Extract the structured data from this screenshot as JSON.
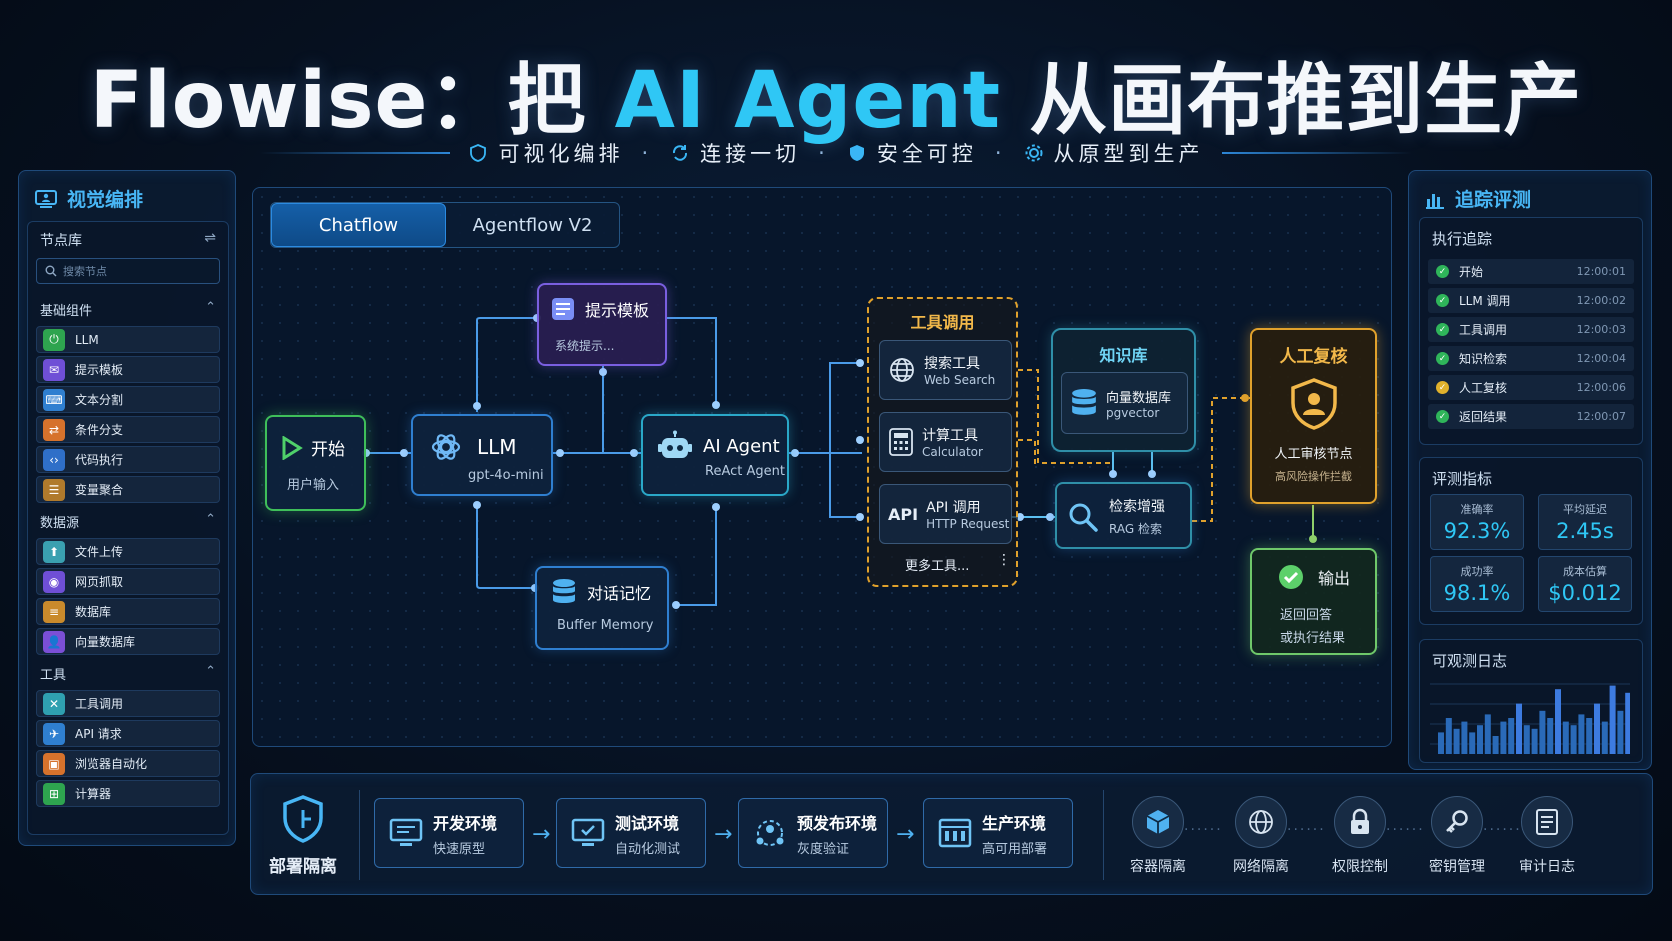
{
  "title": {
    "prefix": "Flowise：把 ",
    "highlight": "AI Agent",
    "suffix": " 从画布推到生产"
  },
  "features": [
    "可视化编排",
    "连接一切",
    "安全可控",
    "从原型到生产"
  ],
  "left_panel": {
    "title": "视觉编排",
    "library_title": "节点库",
    "search_placeholder": "搜索节点",
    "groups": [
      {
        "name": "基础组件",
        "items": [
          "LLM",
          "提示模板",
          "文本分割",
          "条件分支",
          "代码执行",
          "变量聚合"
        ]
      },
      {
        "name": "数据源",
        "items": [
          "文件上传",
          "网页抓取",
          "数据库",
          "向量数据库"
        ]
      },
      {
        "name": "工具",
        "items": [
          "工具调用",
          "API 请求",
          "浏览器自动化",
          "计算器"
        ]
      }
    ],
    "colors": [
      "#2ea44f",
      "#6f4fd6",
      "#2f7fd0",
      "#d6722c",
      "#2f6fc8",
      "#b07a2c",
      "#3aa0b0",
      "#6f4fd6",
      "#c98a2c",
      "#7b4fd6",
      "#2fa0b0",
      "#2f7fd0",
      "#d6722c",
      "#2ea44f"
    ]
  },
  "canvas": {
    "tabs": [
      "Chatflow",
      "Agentflow V2"
    ],
    "nodes": {
      "start": {
        "title": "开始",
        "sub": "用户输入"
      },
      "llm": {
        "title": "LLM",
        "sub": "gpt-4o-mini"
      },
      "prompt": {
        "title": "提示模板",
        "sub": "系统提示..."
      },
      "agent": {
        "title": "AI Agent",
        "sub": "ReAct Agent"
      },
      "memory": {
        "title": "对话记忆",
        "sub": "Buffer Memory"
      },
      "tools": {
        "title": "工具调用",
        "items": [
          {
            "title": "搜索工具",
            "sub": "Web Search"
          },
          {
            "title": "计算工具",
            "sub": "Calculator"
          },
          {
            "title": "API 调用",
            "sub": "HTTP Request",
            "badge": "API"
          }
        ],
        "more": "更多工具..."
      },
      "knowledge": {
        "title": "知识库",
        "db_title": "向量数据库",
        "db_sub": "pgvector"
      },
      "rag": {
        "title": "检索增强",
        "sub": "RAG 检索"
      },
      "review": {
        "title": "人工复核",
        "node_title": "人工审核节点",
        "node_sub": "高风险操作拦截"
      },
      "output": {
        "title": "输出",
        "sub1": "返回回答",
        "sub2": "或执行结果"
      }
    }
  },
  "right_panel": {
    "title": "追踪评测",
    "trace_title": "执行追踪",
    "trace": [
      {
        "label": "开始",
        "time": "12:00:01",
        "status": "ok"
      },
      {
        "label": "LLM 调用",
        "time": "12:00:02",
        "status": "ok"
      },
      {
        "label": "工具调用",
        "time": "12:00:03",
        "status": "ok"
      },
      {
        "label": "知识检索",
        "time": "12:00:04",
        "status": "ok"
      },
      {
        "label": "人工复核",
        "time": "12:00:06",
        "status": "warn"
      },
      {
        "label": "返回结果",
        "time": "12:00:07",
        "status": "ok"
      }
    ],
    "metrics_title": "评测指标",
    "metrics": [
      {
        "label": "准确率",
        "value": "92.3%"
      },
      {
        "label": "平均延迟",
        "value": "2.45s"
      },
      {
        "label": "成功率",
        "value": "98.1%"
      },
      {
        "label": "成本估算",
        "value": "$0.012"
      }
    ],
    "log_title": "可观测日志",
    "log_bars": [
      0.3,
      0.5,
      0.35,
      0.45,
      0.3,
      0.4,
      0.55,
      0.25,
      0.45,
      0.5,
      0.7,
      0.4,
      0.35,
      0.6,
      0.5,
      0.9,
      0.45,
      0.4,
      0.55,
      0.5,
      0.7,
      0.45,
      0.95,
      0.6,
      0.85
    ]
  },
  "bottom": {
    "title": "部署隔离",
    "envs": [
      {
        "title": "开发环境",
        "sub": "快速原型"
      },
      {
        "title": "测试环境",
        "sub": "自动化测试"
      },
      {
        "title": "预发布环境",
        "sub": "灰度验证"
      },
      {
        "title": "生产环境",
        "sub": "高可用部署"
      }
    ],
    "security": [
      "容器隔离",
      "网络隔离",
      "权限控制",
      "密钥管理",
      "审计日志"
    ]
  }
}
